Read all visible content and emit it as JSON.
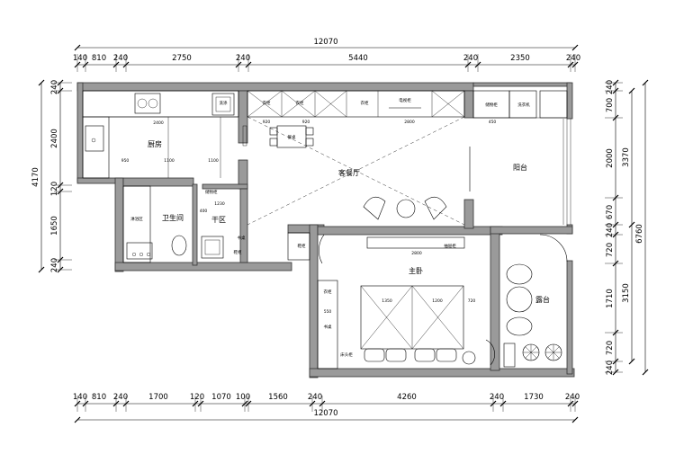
{
  "dimensions": {
    "top_total": "12070",
    "top_segments": [
      "140",
      "810",
      "240",
      "2750",
      "240",
      "5440",
      "240",
      "2350",
      "240"
    ],
    "bottom_total": "12070",
    "bottom_segments": [
      "140",
      "810",
      "240",
      "1700",
      "120",
      "1070",
      "100",
      "1560",
      "240",
      "4260",
      "240",
      "1730",
      "240"
    ],
    "left_total": "4170",
    "left_segments": [
      "240",
      "2400",
      "120",
      "1650",
      "240"
    ],
    "right_segments": [
      "240",
      "700",
      "2000",
      "670",
      "240",
      "720",
      "1710",
      "720",
      "240"
    ],
    "right_middle": [
      "3370",
      "3150"
    ],
    "right_total": "6760"
  },
  "rooms": {
    "kitchen": "厨房",
    "living_dining": "客餐厅",
    "balcony": "阳台",
    "bathroom": "卫生间",
    "dry_area": "干区",
    "master_bedroom": "主卧",
    "terrace": "露台"
  },
  "fixtures": {
    "wardrobe_1": "衣柜",
    "wardrobe_2": "衣柜",
    "wardrobe_3": "衣柜",
    "tv_cabinet": "电视柜",
    "storage_cabinet_balcony": "储物柜",
    "washing_machine": "洗衣机",
    "dining_table": "餐桌",
    "shower_area": "淋浴区",
    "storage_cabinet_bath": "储物柜",
    "shoe_cabinet": "鞋柜",
    "entry_cabinet": "鞋柜",
    "wardrobe_bed": "衣柜",
    "bedside_cabinet": "床头柜",
    "desk": "书桌",
    "drawer_cabinet": "抽屉柜",
    "desk_bed": "书桌",
    "sink": "洗涤"
  },
  "notes": {
    "kitchen_w": "2400",
    "kitchen_950": "950",
    "kitchen_1100a": "1100",
    "kitchen_1100b": "1100",
    "wardrobe_920a": "920",
    "wardrobe_920b": "920",
    "wardrobe_2800": "2800",
    "bath_1230": "1230",
    "bath_400": "400",
    "bed_2800": "2800",
    "bed_1350": "1350",
    "bed_1200": "1200",
    "bed_550": "550",
    "bed_720": "720",
    "bal_450": "450"
  }
}
